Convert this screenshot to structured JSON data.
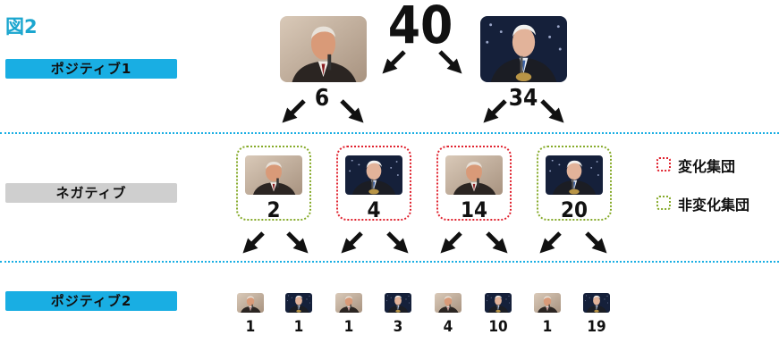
{
  "figure_label": "図2",
  "stages": {
    "positive1": "ポジティブ1",
    "negative": "ネガティブ",
    "positive2": "ポジティブ2"
  },
  "top_total": "40",
  "level1": [
    {
      "person": "bush",
      "count": "6"
    },
    {
      "person": "clinton",
      "count": "34"
    }
  ],
  "level2": [
    {
      "person": "bush",
      "count": "2",
      "box": "green"
    },
    {
      "person": "clinton",
      "count": "4",
      "box": "red"
    },
    {
      "person": "bush",
      "count": "14",
      "box": "red"
    },
    {
      "person": "clinton",
      "count": "20",
      "box": "green"
    }
  ],
  "level3": [
    {
      "person": "bush",
      "count": "1"
    },
    {
      "person": "clinton",
      "count": "1"
    },
    {
      "person": "bush",
      "count": "1"
    },
    {
      "person": "clinton",
      "count": "3"
    },
    {
      "person": "bush",
      "count": "4"
    },
    {
      "person": "clinton",
      "count": "10"
    },
    {
      "person": "bush",
      "count": "1"
    },
    {
      "person": "clinton",
      "count": "19"
    }
  ],
  "legend": {
    "changed": "変化集団",
    "unchanged": "非変化集団"
  },
  "colors": {
    "accent_blue": "#19aee3",
    "changed_red": "#e0232f",
    "unchanged_green": "#86aa2a"
  }
}
